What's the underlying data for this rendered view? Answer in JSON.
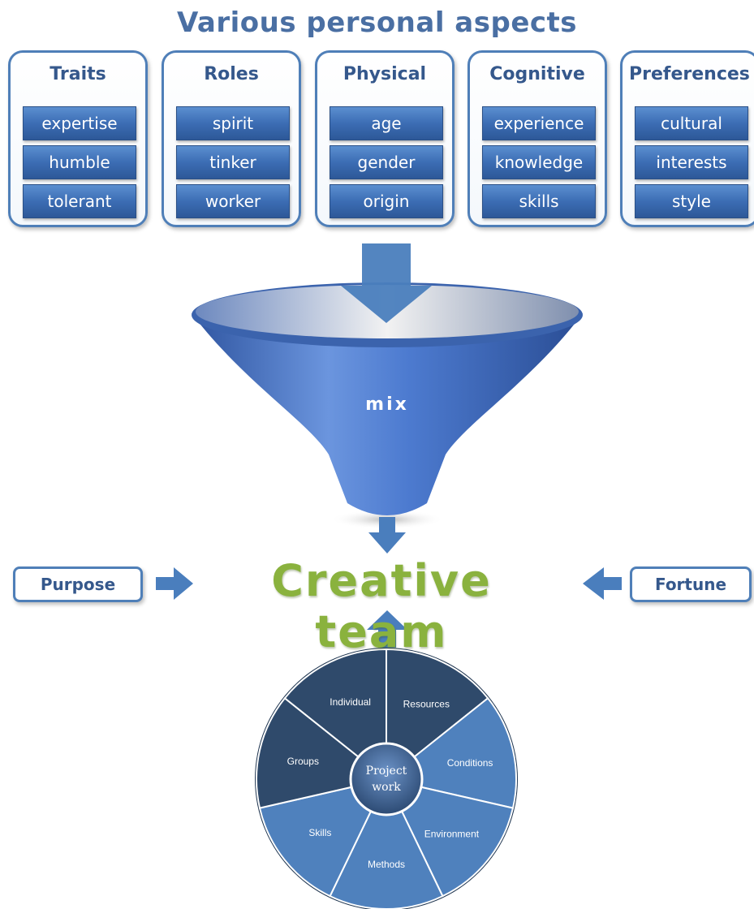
{
  "title": "Various personal aspects",
  "categories": [
    {
      "name": "Traits",
      "items": [
        "expertise",
        "humble",
        "tolerant"
      ]
    },
    {
      "name": "Roles",
      "items": [
        "spirit",
        "tinker",
        "worker"
      ]
    },
    {
      "name": "Physical",
      "items": [
        "age",
        "gender",
        "origin"
      ]
    },
    {
      "name": "Cognitive",
      "items": [
        "experience",
        "knowledge",
        "skills"
      ]
    },
    {
      "name": "Preferences",
      "items": [
        "cultural",
        "interests",
        "style"
      ]
    }
  ],
  "funnel_label": "mix",
  "center_title": "Creative team",
  "left_input": "Purpose",
  "right_input": "Fortune",
  "wheel": {
    "center": [
      "Project",
      "work"
    ],
    "segments": [
      "Individual",
      "Resources",
      "Conditions",
      "Environment",
      "Methods",
      "Skills",
      "Groups"
    ]
  },
  "colors": {
    "box_border": "#4f7fb8",
    "chip": "#3c6db4",
    "title": "#4a6fa3",
    "center_title": "#8ab23e",
    "wheel_dark": "#2f4a6b",
    "wheel_light": "#4f81bd"
  }
}
